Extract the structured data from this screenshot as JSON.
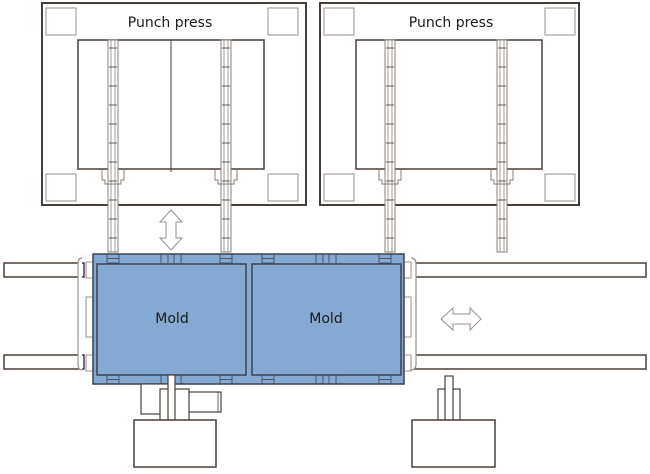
{
  "diagram": {
    "title": "Punch press and mold transfer layout",
    "presses": [
      {
        "label": "Punch press"
      },
      {
        "label": "Punch press"
      }
    ],
    "molds": [
      {
        "label": "Mold"
      },
      {
        "label": "Mold"
      }
    ],
    "colors": {
      "mold_fill": "#84aad4",
      "mold_border": "#3a4250",
      "line": "#4a3f38",
      "background": "#ffffff"
    },
    "arrows": [
      {
        "name": "vertical-motion",
        "direction": "up-down"
      },
      {
        "name": "horizontal-motion",
        "direction": "left-right"
      }
    ]
  }
}
